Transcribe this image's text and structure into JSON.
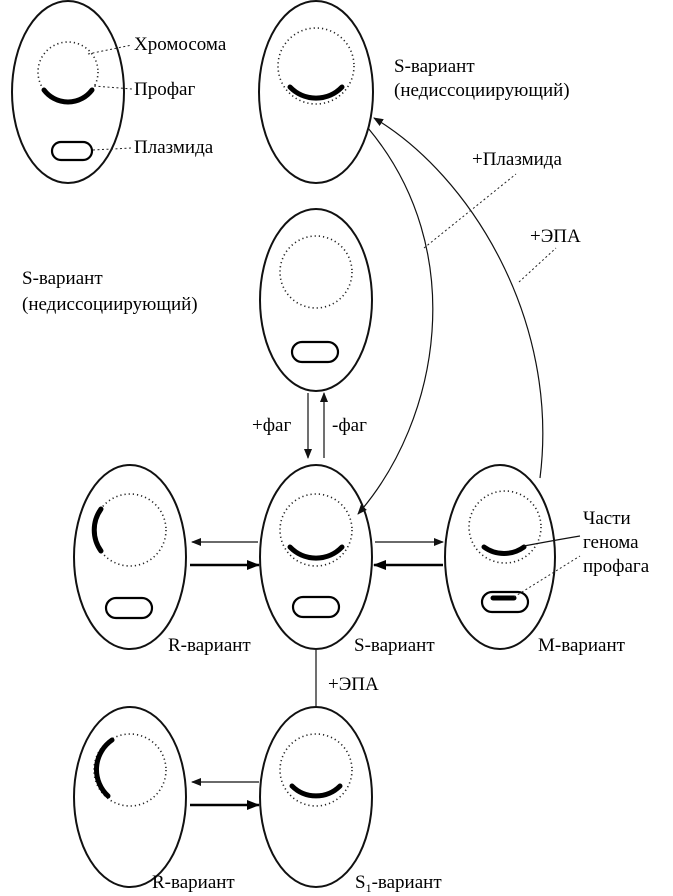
{
  "legend": {
    "chromosome": "Хромосома",
    "prophage": "Профаг",
    "plasmid": "Плазмида"
  },
  "top_right": {
    "line1": "S-вариант",
    "line2": "(недиссоциирующий)"
  },
  "middle": {
    "line1": "S-вариант",
    "line2": "(недиссоциирующий)"
  },
  "transitions": {
    "plus_plasmid": "+Плазмида",
    "plus_epa_curve": "+ЭПА",
    "plus_phage": "+фаг",
    "minus_phage": "-фаг",
    "plus_epa_down": "+ЭПА"
  },
  "row3": {
    "r_variant": "R-вариант",
    "s_variant": "S-вариант",
    "m_variant": "М-вариант",
    "parts_line1": "Части",
    "parts_line2": "генома",
    "parts_line3": "профага"
  },
  "row4": {
    "r_variant": "R-вариант",
    "s1_prefix": "S",
    "s1_sub": "1",
    "s1_suffix": "-вариант"
  }
}
